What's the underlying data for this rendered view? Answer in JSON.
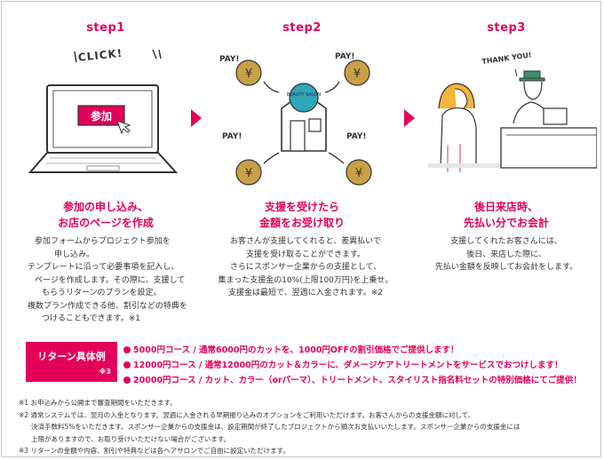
{
  "steps": [
    {
      "label": "step1",
      "heading_line1": "参加の申し込み、",
      "heading_line2": "お店のページを作成",
      "desc_lines": [
        "参加フォームからプロジェクト参加を",
        "申し込み。",
        "テンプレートに沿って必要事項を記入し、",
        "ページを作成します。その際に、支援して",
        "もらうリターンのプランを設定。",
        "複数プラン作成できる他、割引などの特典を",
        "つけることもできます。※1"
      ],
      "illus": {
        "click_text": "CLICK!",
        "button_text": "参加"
      }
    },
    {
      "label": "step2",
      "heading_line1": "支援を受けたら",
      "heading_line2": "金額をお受け取り",
      "desc_lines": [
        "お客さんが支援してくれると、差異払いで",
        "支援を受け取ることができます。",
        "さらにスポンサー企業からの支援として、",
        "集まった支援金の10%(上限100万円)を上乗せ。",
        "支援金は最短で、翌週に入金されます。※2"
      ],
      "illus": {
        "pay_text": "PAY!",
        "yen_symbol": "¥",
        "salon_text": "BEAUTY SALON"
      }
    },
    {
      "label": "step3",
      "heading_line1": "後日来店時、",
      "heading_line2": "先払い分でお会計",
      "desc_lines": [
        "支援してくれたお客さんには、",
        "後日、来店した際に、",
        "先払い金額を反映してお会計をします。"
      ],
      "illus": {
        "thanks_text": "THANK YOU!"
      }
    }
  ],
  "returns": {
    "label": "リターン具体例",
    "note_ref": "※3",
    "items": [
      "5000円コース / 通常6000円のカットを、1000円OFFの割引価格でご提供します！",
      "12000円コース / 通常12000円のカット＆カラーに、ダメージケアトリートメントをサービスでおつけします！",
      "20000円コース / カット、カラー（orパーマ）、トリートメント、スタイリスト指名料セットの特別価格にてご提供！"
    ]
  },
  "notes": [
    "※1 お申込みから公開まで審査期間をいただきます。",
    "※2 通常システムでは、翌月の入金となります。翌週に入金される早期振り込みのオプションをご利用いただけます。お客さんからの支援金額に対して、",
    "決済手数料5%をいただきます。スポンサー企業からの支援金は、設定期間が終了したプロジェクトから順次お支払いいたします。スポンサー企業からの支援金には",
    "上限がありますので、お取り受けいただけない場合がございます。",
    "※3 リターンの金額や内容、割引や特典などは各ヘアサロンでご自由に設定いただけます。"
  ],
  "colors": {
    "accent": "#e4005a",
    "coin": "#c9a046",
    "hair": "#f3b53a",
    "hat": "#3f8f6a",
    "salon_sign": "#2fa5b8"
  }
}
